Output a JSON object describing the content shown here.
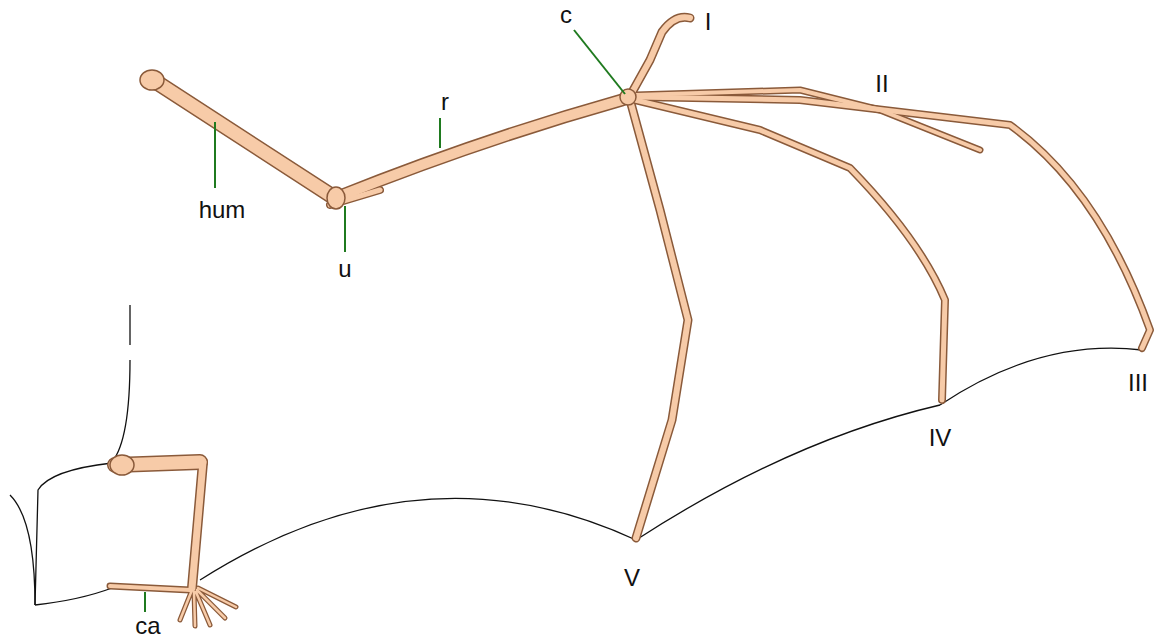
{
  "diagram": {
    "labels": [
      "c",
      "I",
      "II",
      "r",
      "hum",
      "u",
      "III",
      "IV",
      "V",
      "ca"
    ]
  }
}
